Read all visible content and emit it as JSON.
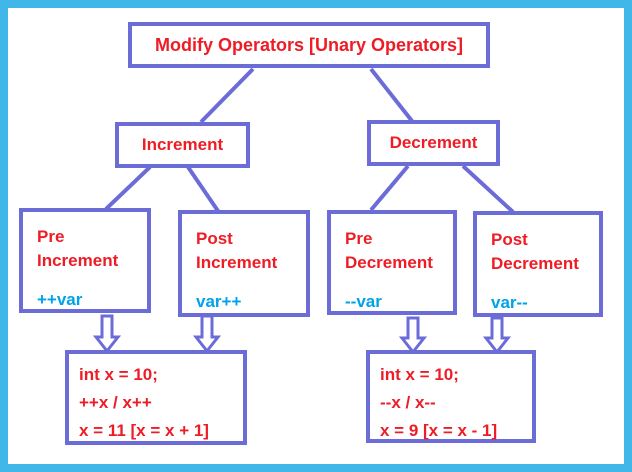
{
  "diagram": {
    "title": "Modify Operators [Unary Operators]",
    "branches": [
      {
        "id": "increment",
        "label": "Increment"
      },
      {
        "id": "decrement",
        "label": "Decrement"
      }
    ],
    "leaves": [
      {
        "id": "pre-increment",
        "title_line1": "Pre",
        "title_line2": "Increment",
        "code": "++var"
      },
      {
        "id": "post-increment",
        "title_line1": "Post",
        "title_line2": "Increment",
        "code": "var++"
      },
      {
        "id": "pre-decrement",
        "title_line1": "Pre",
        "title_line2": "Decrement",
        "code": "--var"
      },
      {
        "id": "post-decrement",
        "title_line1": "Post",
        "title_line2": "Decrement",
        "code": "var--"
      }
    ],
    "results": [
      {
        "id": "result-increment",
        "line1": "int x = 10;",
        "line2": "++x / x++",
        "line3": "x = 11 [x = x + 1]"
      },
      {
        "id": "result-decrement",
        "line1": "int x = 10;",
        "line2": "--x / x--",
        "line3": "x = 9 [x = x - 1]"
      }
    ],
    "colors": {
      "frame_border": "#41B6E8",
      "box_border": "#6C6CD9",
      "heading_text": "#EE1C25",
      "code_text": "#00A2E8",
      "background": "#FFFFFF"
    }
  }
}
